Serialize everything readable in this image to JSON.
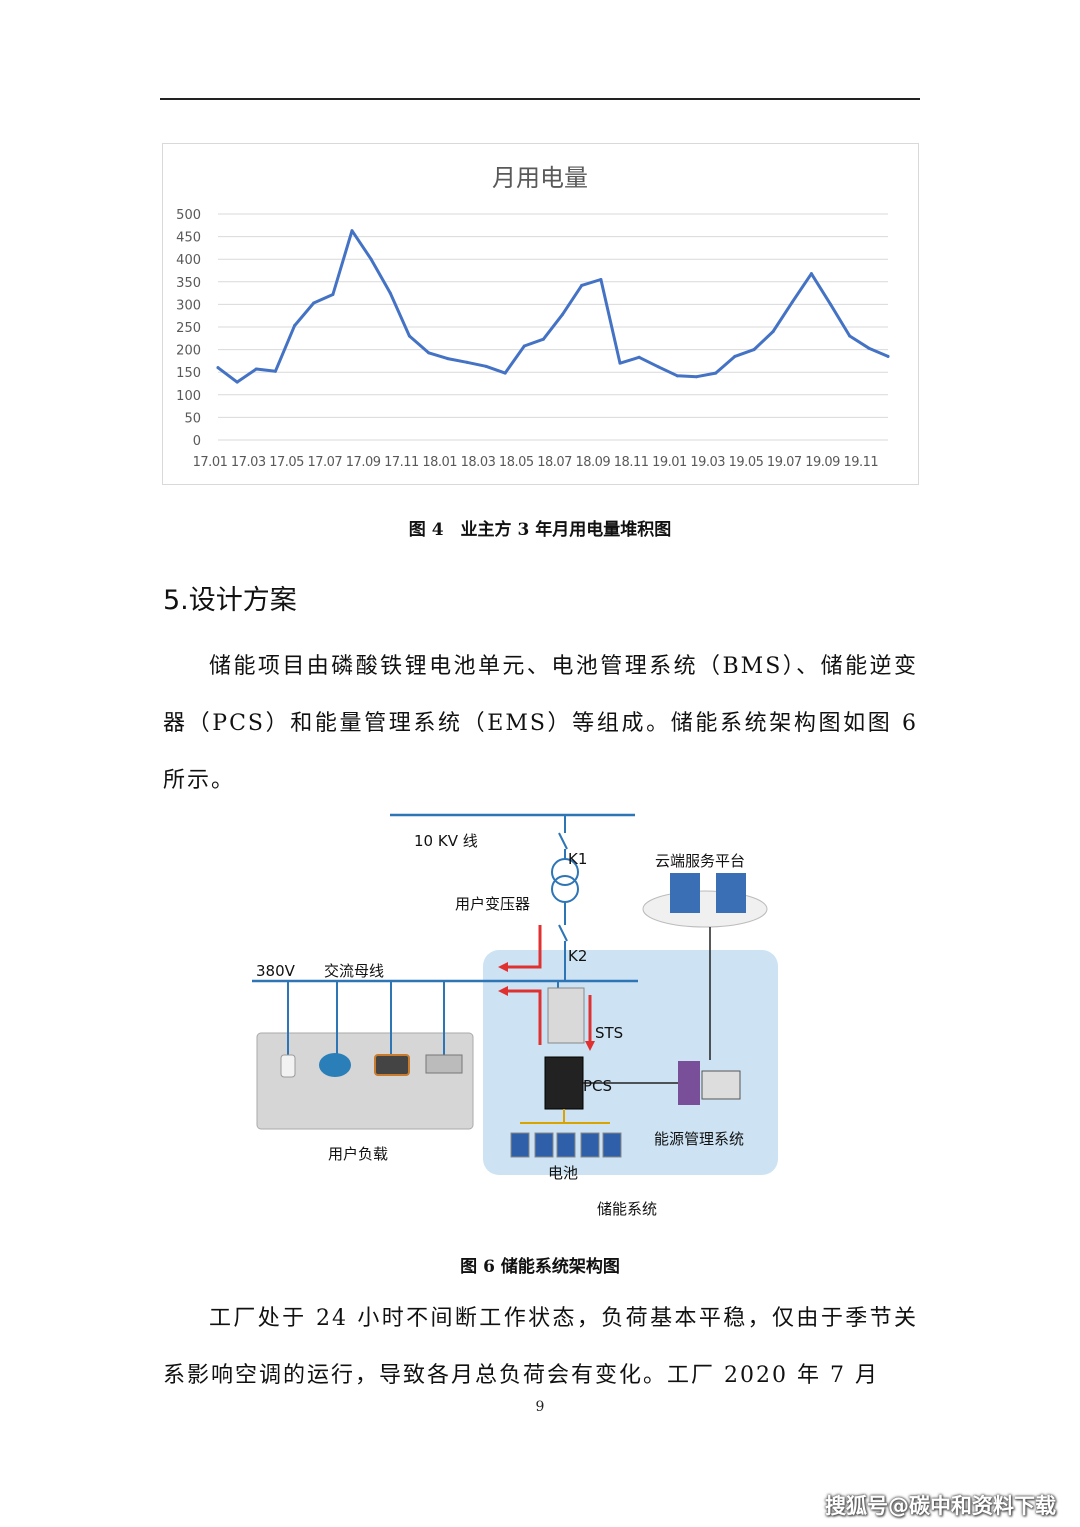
{
  "chart_data": {
    "type": "line",
    "title": "月用电量",
    "ylim": [
      0,
      500
    ],
    "yticks": [
      "500",
      "450",
      "400",
      "350",
      "300",
      "250",
      "200",
      "150",
      "100",
      "50",
      "0"
    ],
    "x": [
      "17.01",
      "17.02",
      "17.03",
      "17.04",
      "17.05",
      "17.06",
      "17.07",
      "17.08",
      "17.09",
      "17.10",
      "17.11",
      "17.12",
      "18.01",
      "18.02",
      "18.03",
      "18.04",
      "18.05",
      "18.06",
      "18.07",
      "18.08",
      "18.09",
      "18.10",
      "18.11",
      "18.12",
      "19.01",
      "19.02",
      "19.03",
      "19.04",
      "19.05",
      "19.06",
      "19.07",
      "19.08",
      "19.09",
      "19.10",
      "19.11"
    ],
    "xlabels": [
      "17.01",
      "17.03",
      "17.05",
      "17.07",
      "17.09",
      "17.11",
      "18.01",
      "18.03",
      "18.05",
      "18.07",
      "18.09",
      "18.11",
      "19.01",
      "19.03",
      "19.05",
      "19.07",
      "19.09",
      "19.11"
    ],
    "values": [
      160,
      128,
      157,
      152,
      253,
      303,
      322,
      463,
      400,
      325,
      230,
      193,
      180,
      172,
      163,
      148,
      208,
      223,
      278,
      342,
      355,
      170,
      183,
      162,
      142,
      140,
      148,
      185,
      200,
      240,
      305,
      368,
      300,
      230,
      203,
      185
    ],
    "color": "#4472C4",
    "grid": true,
    "legend": "none"
  },
  "fig4_caption": "图 4　业主方 3 年月用电量堆积图",
  "section_heading": "5.设计方案",
  "para1": "储能项目由磷酸铁锂电池单元、电池管理系统（BMS）、储能逆变器（PCS）和能量管理系统（EMS）等组成。储能系统架构图如图 6 所示。",
  "diagram": {
    "line_10kv": "10 KV 线",
    "k1": "K1",
    "transformer": "用户变压器",
    "cloud": "云端服务平台",
    "k2": "K2",
    "v380": "380V",
    "ac_bus": "交流母线",
    "sts": "STS",
    "pcs": "PCS",
    "user_load": "用户负载",
    "ems": "能源管理系统",
    "battery": "电池",
    "ess": "储能系统"
  },
  "fig6_caption": "图 6 储能系统架构图",
  "para2": "工厂处于 24 小时不间断工作状态，负荷基本平稳，仅由于季节关系影响空调的运行，导致各月总负荷会有变化。工厂 2020 年 7 月",
  "page_number": "9",
  "watermark": "搜狐号@碳中和资料下载"
}
